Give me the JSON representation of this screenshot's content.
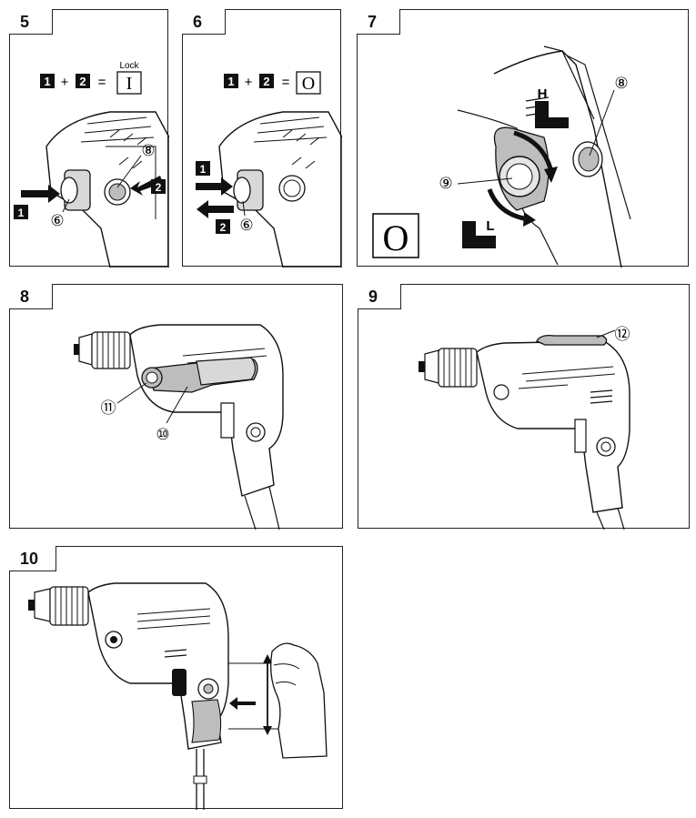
{
  "figures": [
    {
      "number": "5",
      "formula": {
        "step1": "1",
        "plus": "+",
        "step2": "2",
        "equals": "=",
        "result_symbol": "I",
        "result_caption": "Lock"
      },
      "arrows": [
        "1",
        "2"
      ],
      "callouts": [
        "⑧",
        "⑥"
      ]
    },
    {
      "number": "6",
      "formula": {
        "step1": "1",
        "plus": "+",
        "step2": "2",
        "equals": "=",
        "result_symbol": "O"
      },
      "arrows": [
        "1",
        "2"
      ],
      "callouts": [
        "⑥"
      ]
    },
    {
      "number": "7",
      "mode_symbol": "O",
      "speed_high": "H",
      "speed_low": "L",
      "callouts": [
        "⑧",
        "⑨"
      ]
    },
    {
      "number": "8",
      "callouts": [
        "⑪",
        "⑩"
      ]
    },
    {
      "number": "9",
      "callouts": [
        "⑫"
      ]
    },
    {
      "number": "10"
    }
  ],
  "colors": {
    "ink": "#111111",
    "grey_fill": "#bdbdbd",
    "light_fill": "#e6e6e6"
  }
}
